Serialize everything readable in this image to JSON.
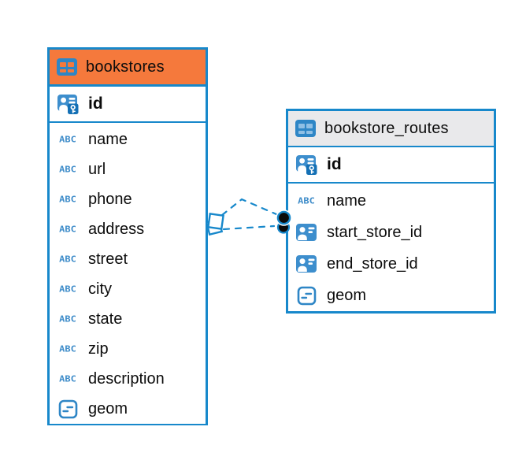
{
  "colors": {
    "accent_blue": "#1788CB",
    "icon_blue": "#3D8ECD",
    "icon_dark_blue": "#1470B5",
    "icon_outline_blue": "#2E86C6",
    "bookstores_header": "#F5793C",
    "routes_header": "#E9E9EB",
    "text": "#0d0d0d",
    "canvas_background": "#ffffff"
  },
  "icons": {
    "text_type": "ABC"
  },
  "tables": [
    {
      "title": "bookstores",
      "header_color": "#F5793C",
      "primary_key": {
        "label": "id",
        "type": "primary-key"
      },
      "columns": [
        {
          "label": "name",
          "type": "text"
        },
        {
          "label": "url",
          "type": "text"
        },
        {
          "label": "phone",
          "type": "text"
        },
        {
          "label": "address",
          "type": "text"
        },
        {
          "label": "street",
          "type": "text"
        },
        {
          "label": "city",
          "type": "text"
        },
        {
          "label": "state",
          "type": "text"
        },
        {
          "label": "zip",
          "type": "text"
        },
        {
          "label": "description",
          "type": "text"
        },
        {
          "label": "geom",
          "type": "geometry"
        }
      ]
    },
    {
      "title": "bookstore_routes",
      "header_color": "#E9E9EB",
      "primary_key": {
        "label": "id",
        "type": "primary-key"
      },
      "columns": [
        {
          "label": "name",
          "type": "text"
        },
        {
          "label": "start_store_id",
          "type": "reference"
        },
        {
          "label": "end_store_id",
          "type": "reference"
        },
        {
          "label": "geom",
          "type": "geometry"
        }
      ]
    }
  ],
  "relationship": {
    "from": "bookstores",
    "to": "bookstore_routes",
    "links": 2,
    "line_style": "dashed"
  }
}
